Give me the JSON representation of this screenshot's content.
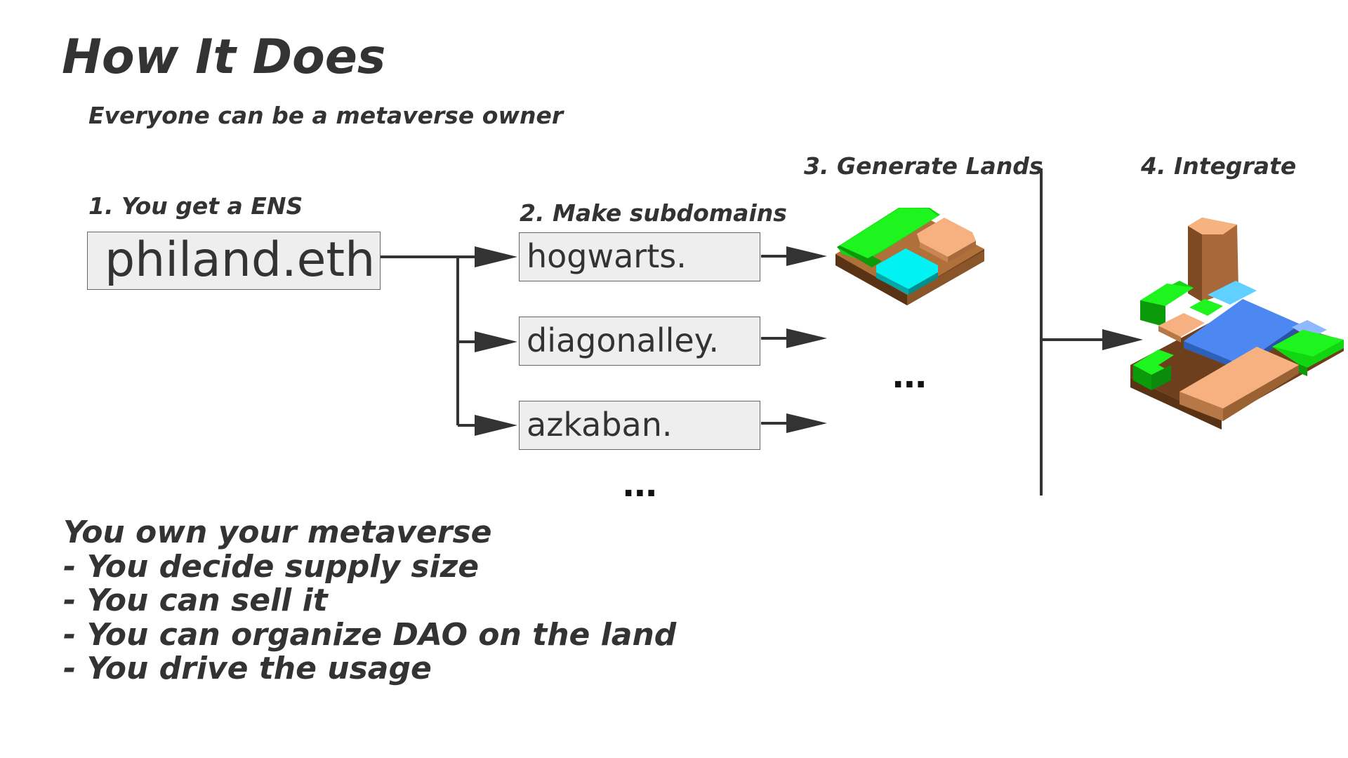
{
  "title": "How It Does",
  "subtitle": "Everyone can be a metaverse owner",
  "steps": {
    "step1": "1. You get a ENS",
    "step2": "2. Make subdomains",
    "step3": "3. Generate Lands",
    "step4": "4. Integrate"
  },
  "ens_name": "philand.eth",
  "subdomains": [
    "hogwarts.",
    "diagonalley.",
    "azkaban."
  ],
  "more_subdomains": "...",
  "more_lands": "...",
  "summary": {
    "heading": "You own your metaverse",
    "points": [
      "- You decide supply size",
      "- You can sell it",
      "- You can organize DAO on the land",
      "- You drive the usage"
    ]
  },
  "colors": {
    "line": "#333333",
    "box_fill": "#eeeeee",
    "land_green": "#11dd11",
    "land_cyan": "#00f0f0",
    "land_peach": "#f8b582",
    "land_blue": "#4d88f2",
    "land_soil": "#7a4a22"
  }
}
